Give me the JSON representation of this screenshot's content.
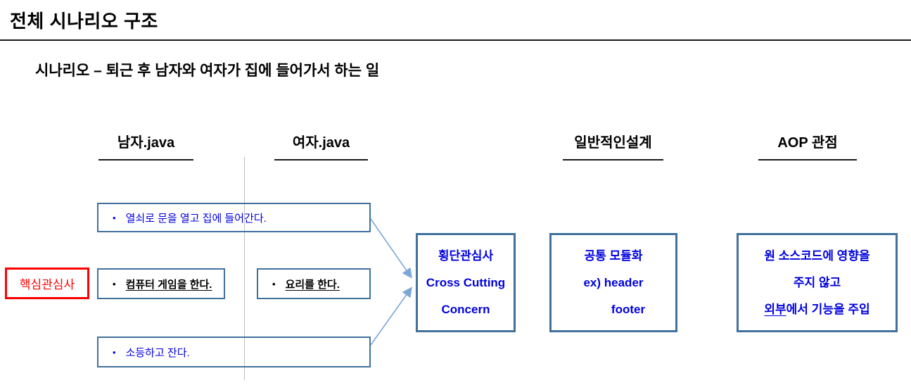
{
  "page": {
    "title": "전체 시나리오 구조",
    "subtitle": "시나리오 – 퇴근 후 남자와 여자가 집에 들어가서 하는 일"
  },
  "columns": [
    {
      "label": "남자.java"
    },
    {
      "label": "여자.java"
    },
    {
      "label": "일반적인설계"
    },
    {
      "label": "AOP 관점"
    }
  ],
  "scenario": {
    "core_concern_label": "핵심관심사",
    "shared_task_top": {
      "bullet": "•",
      "text": "열쇠로 문을 열고 집에 들어간다."
    },
    "man_task": {
      "bullet": "•",
      "text": "컴퓨터 게임을 한다."
    },
    "woman_task": {
      "bullet": "•",
      "text": "요리를 한다."
    },
    "shared_task_bottom": {
      "bullet": "•",
      "text": "소등하고 잔다."
    }
  },
  "concepts": {
    "cross_cutting": {
      "line1": "횡단관심사",
      "line2": "Cross Cutting",
      "line3": "Concern"
    },
    "common_module": {
      "line1": "공통 모듈화",
      "line2": "ex) header",
      "line3": "footer"
    },
    "aop": {
      "line1": "원 소스코드에 영향을",
      "line2": "주지 않고",
      "line3_underlined": "외부",
      "line3_rest": "에서 기능을 주입"
    }
  },
  "colors": {
    "box_border_blue": "#41719C",
    "text_blue": "#0000E0",
    "core_concern_red": "#FF0000",
    "arrow_light_blue": "#7BA7DB",
    "divider_gray": "#BDBDBD"
  }
}
